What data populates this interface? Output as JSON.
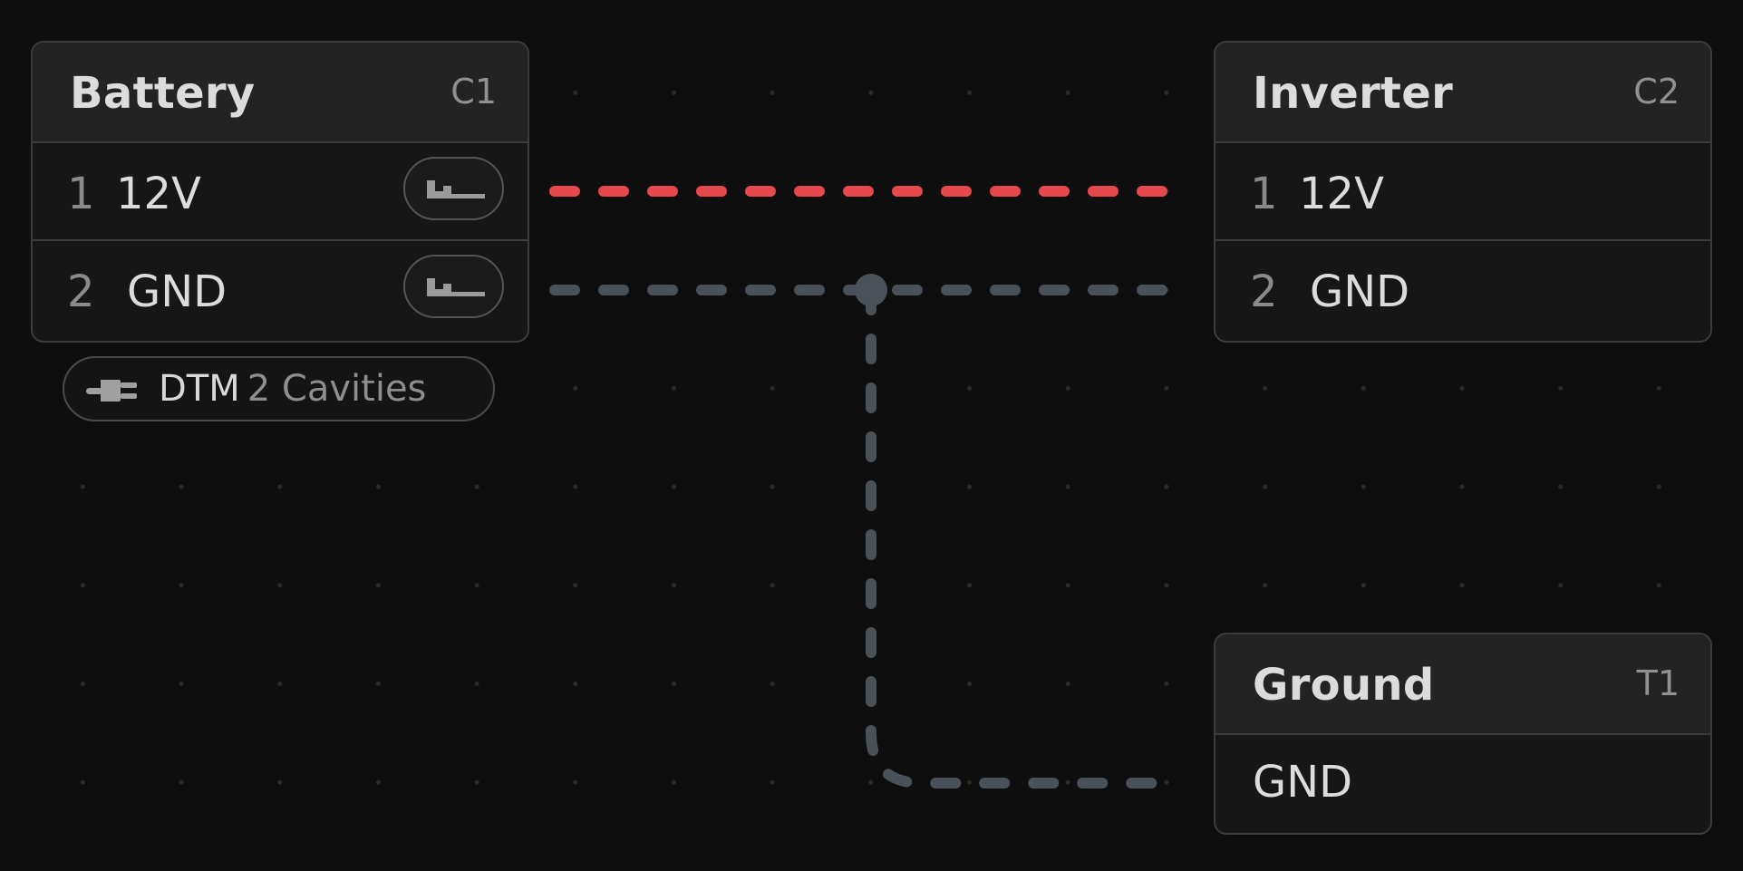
{
  "colors": {
    "background": "#0e0e0e",
    "power_wire": "#e5484d",
    "ground_wire": "#4b5159"
  },
  "nodes": {
    "battery": {
      "title": "Battery",
      "ref": "C1",
      "pins": [
        {
          "num": "1",
          "name": "12V",
          "terminal_icon": "terminal-icon"
        },
        {
          "num": "2",
          "name": "GND",
          "terminal_icon": "terminal-icon"
        }
      ],
      "connector": {
        "icon": "plug-icon",
        "type": "DTM",
        "cavities": "2 Cavities"
      }
    },
    "inverter": {
      "title": "Inverter",
      "ref": "C2",
      "pins": [
        {
          "num": "1",
          "name": "12V"
        },
        {
          "num": "2",
          "name": "GND"
        }
      ]
    },
    "ground": {
      "title": "Ground",
      "ref": "T1",
      "pins": [
        {
          "name": "GND"
        }
      ]
    }
  }
}
